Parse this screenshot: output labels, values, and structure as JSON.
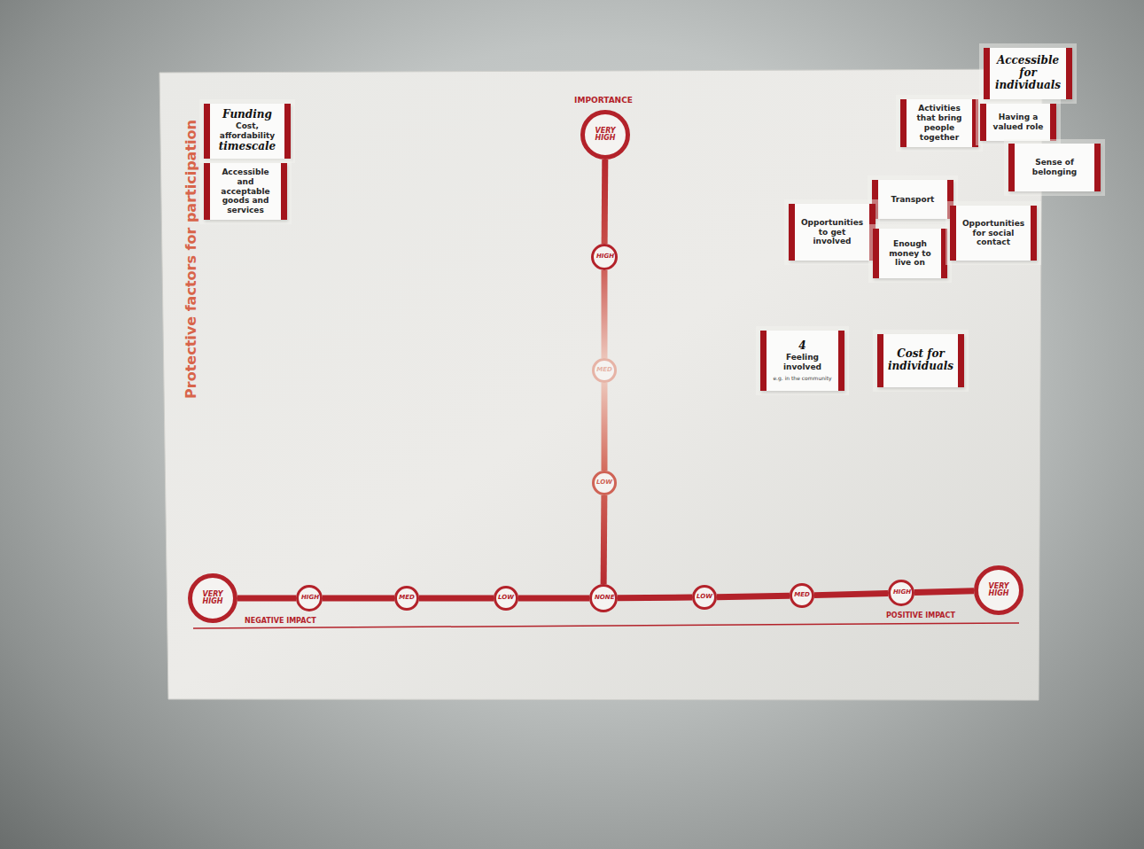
{
  "diagram": {
    "title": "Protective factors for participation",
    "nodes": [
      {
        "text": [
          "Funding",
          "Cost, affordability",
          "timescale"
        ]
      },
      {
        "text": [
          "Accessible and acceptable goods and services"
        ]
      },
      {
        "text": [
          "VERY HIGH"
        ]
      },
      {
        "text": [
          "HIGH"
        ]
      },
      {
        "text": [
          "MED"
        ]
      },
      {
        "text": [
          "LOW"
        ]
      },
      {
        "text": [
          "Accessible for individuals"
        ]
      },
      {
        "text": [
          "Activities that bring people together"
        ]
      },
      {
        "text": [
          "Having a valued role"
        ]
      },
      {
        "text": [
          "Sense of belonging"
        ]
      },
      {
        "text": [
          "Transport"
        ]
      },
      {
        "text": [
          "Opportunities to get involved"
        ]
      },
      {
        "text": [
          "Enough money to live on"
        ]
      },
      {
        "text": [
          "Opportunities for social contact"
        ]
      },
      {
        "text": [
          "4",
          "Feeling involved",
          "e.g. in the community"
        ]
      },
      {
        "text": [
          "Cost for individuals"
        ]
      },
      {
        "text": [
          "VERY HIGH"
        ]
      },
      {
        "text": [
          "HIGH"
        ]
      },
      {
        "text": [
          "MED"
        ]
      },
      {
        "text": [
          "LOW"
        ]
      },
      {
        "text": [
          "NONE"
        ]
      },
      {
        "text": [
          "LOW"
        ]
      },
      {
        "text": [
          "MED"
        ]
      },
      {
        "text": [
          "HIGH"
        ]
      },
      {
        "text": [
          "VERY HIGH"
        ]
      }
    ],
    "edges": [
      {
        "from": 2,
        "to": 3,
        "arrow": "none"
      },
      {
        "from": 3,
        "to": 4,
        "arrow": "none"
      },
      {
        "from": 4,
        "to": 5,
        "arrow": "none"
      },
      {
        "from": 5,
        "to": 20,
        "arrow": "none"
      },
      {
        "from": 16,
        "to": 17,
        "arrow": "none"
      },
      {
        "from": 17,
        "to": 18,
        "arrow": "none"
      },
      {
        "from": 18,
        "to": 19,
        "arrow": "none"
      },
      {
        "from": 19,
        "to": 20,
        "arrow": "none"
      },
      {
        "from": 20,
        "to": 21,
        "arrow": "none"
      },
      {
        "from": 21,
        "to": 22,
        "arrow": "none"
      },
      {
        "from": 22,
        "to": 23,
        "arrow": "none"
      },
      {
        "from": 23,
        "to": 24,
        "arrow": "none"
      }
    ],
    "labels": [
      "IMPORTANCE",
      "NEGATIVE IMPACT",
      "POSITIVE IMPACT"
    ]
  }
}
